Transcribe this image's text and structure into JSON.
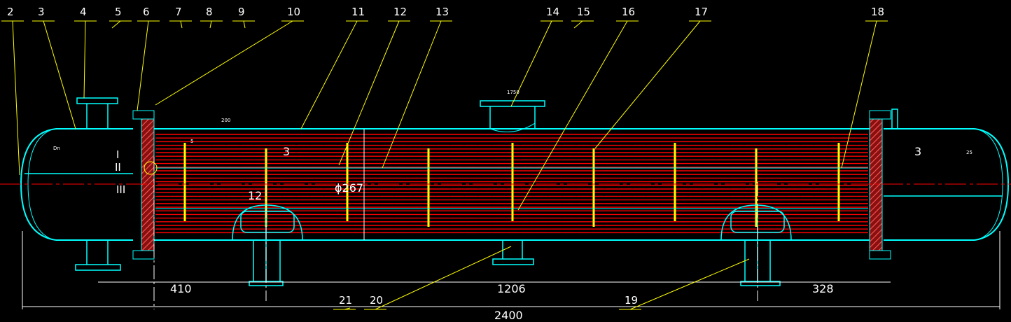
{
  "colors": {
    "background": "#000000",
    "leader": "#ffff00",
    "shell": "#00ffff",
    "tubes": "#ff0000",
    "baffles": "#ffff00",
    "dimension": "#ffffff",
    "flange": "#ff00ff"
  },
  "part_labels": [
    "2",
    "3",
    "4",
    "5",
    "6",
    "7",
    "8",
    "9",
    "10",
    "11",
    "12",
    "13",
    "14",
    "15",
    "16",
    "17",
    "18",
    "19",
    "20",
    "21"
  ],
  "section_marks": [
    "I",
    "II",
    "III"
  ],
  "dimensions": {
    "overall_length": "2400",
    "left_span": "410",
    "middle_span": "1206",
    "right_span": "328",
    "shell_diameter": "ϕ267",
    "baffle_pitch": "200",
    "nozzle_offset": "1750",
    "wall_thickness_left": "3",
    "wall_thickness_right": "3",
    "tube_gap": "12",
    "small_five": "5",
    "head_dim": "25",
    "head_dim_left": "Dn"
  }
}
